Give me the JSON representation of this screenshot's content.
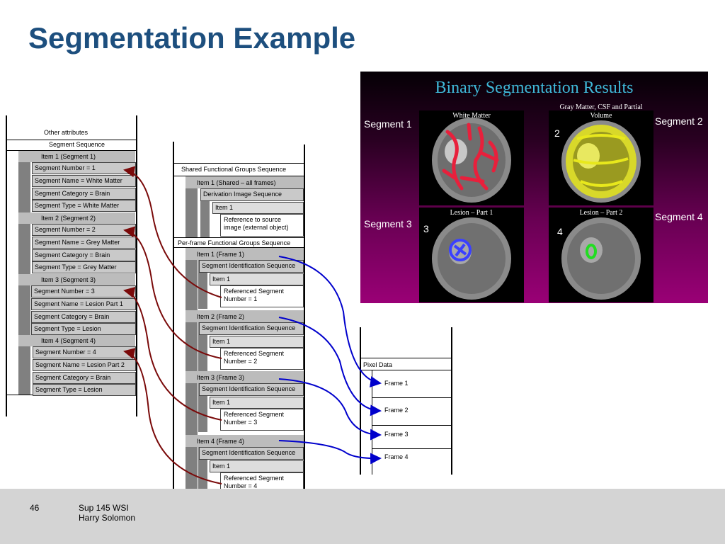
{
  "slide": {
    "title": "Segmentation Example"
  },
  "left": {
    "other_attributes": "Other attributes",
    "segment_sequence": "Segment Sequence",
    "items": [
      {
        "header": "Item 1 (Segment 1)",
        "rows": [
          "Segment Number = 1",
          "Segment Name = White Matter",
          "Segment Category = Brain",
          "Segment Type = White Matter"
        ]
      },
      {
        "header": "Item 2 (Segment 2)",
        "rows": [
          "Segment Number = 2",
          "Segment Name = Grey Matter",
          "Segment Category = Brain",
          "Segment Type = Grey Matter"
        ]
      },
      {
        "header": "Item 3 (Segment 3)",
        "rows": [
          "Segment Number = 3",
          "Segment Name = Lesion Part 1",
          "Segment Category = Brain",
          "Segment Type = Lesion"
        ]
      },
      {
        "header": "Item 4 (Segment 4)",
        "rows": [
          "Segment Number = 4",
          "Segment Name = Lesion Part 2",
          "Segment Category = Brain",
          "Segment Type = Lesion"
        ]
      }
    ]
  },
  "middle": {
    "shared_seq": "Shared Functional Groups Sequence",
    "shared_item": "Item 1 (Shared – all frames)",
    "derivation_seq": "Derivation Image Sequence",
    "derivation_item": "Item 1",
    "reference": "Reference to source image (external object)",
    "perframe_seq": "Per-frame Functional Groups Sequence",
    "frames": [
      {
        "header": "Item 1 (Frame 1)",
        "seq": "Segment Identification Sequence",
        "item": "Item 1",
        "ref": "Referenced Segment Number = 1"
      },
      {
        "header": "Item 2 (Frame 2)",
        "seq": "Segment Identification Sequence",
        "item": "Item 1",
        "ref": "Referenced Segment Number = 2"
      },
      {
        "header": "Item 3 (Frame 3)",
        "seq": "Segment Identification Sequence",
        "item": "Item 1",
        "ref": "Referenced Segment Number = 3"
      },
      {
        "header": "Item 4 (Frame 4)",
        "seq": "Segment Identification Sequence",
        "item": "Item 1",
        "ref": "Referenced Segment Number = 4"
      }
    ]
  },
  "pixel": {
    "label": "Pixel Data",
    "frames": [
      "Frame 1",
      "Frame 2",
      "Frame 3",
      "Frame 4"
    ]
  },
  "results": {
    "title": "Binary Segmentation Results",
    "labels": [
      "Segment 1",
      "Segment 2",
      "Segment 3",
      "Segment 4"
    ],
    "numbers": [
      "2",
      "3",
      "4"
    ],
    "captions": [
      "White Matter",
      "Gray Matter, CSF and Partial Volume",
      "Lesion – Part 1",
      "Lesion – Part 2"
    ],
    "overlay_colors": [
      "#e8203c",
      "#e8e81c",
      "#3a40ff",
      "#22dd22"
    ]
  },
  "footer": {
    "page": "46",
    "line1": "Sup 145 WSI",
    "line2": "Harry Solomon"
  },
  "colors": {
    "title": "#1d4f7e",
    "arrow_red": "#7a0a0a",
    "arrow_blue": "#0000cc"
  }
}
